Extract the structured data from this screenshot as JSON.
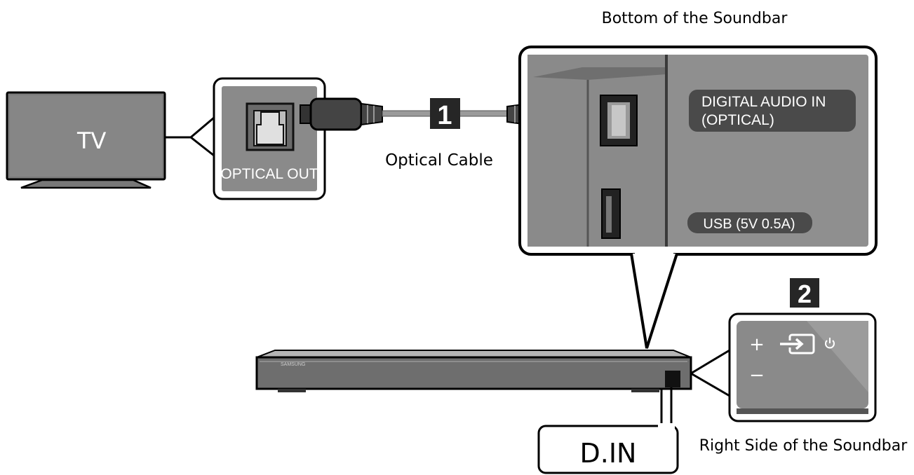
{
  "labels": {
    "bottom_title": "Bottom of the Soundbar",
    "tv": "TV",
    "optical_out": "OPTICAL OUT",
    "optical_cable": "Optical Cable",
    "digital_audio_in_line1": "DIGITAL AUDIO IN",
    "digital_audio_in_line2": "(OPTICAL)",
    "usb": "USB (5V 0.5A)",
    "d_in": "D.IN",
    "right_side": "Right Side of the Soundbar",
    "soundbar_brand": "SAMSUNG"
  },
  "steps": {
    "step1": "1",
    "step2": "2"
  },
  "side_panel": {
    "plus": "+",
    "minus": "−"
  },
  "icons": [
    "optical-port-icon",
    "usb-port-icon",
    "input-source-icon",
    "power-icon"
  ],
  "colors": {
    "line": "#000000",
    "panel_gray": "#8a8a8a",
    "panel_dark": "#555555",
    "badge_bg": "#262626"
  }
}
